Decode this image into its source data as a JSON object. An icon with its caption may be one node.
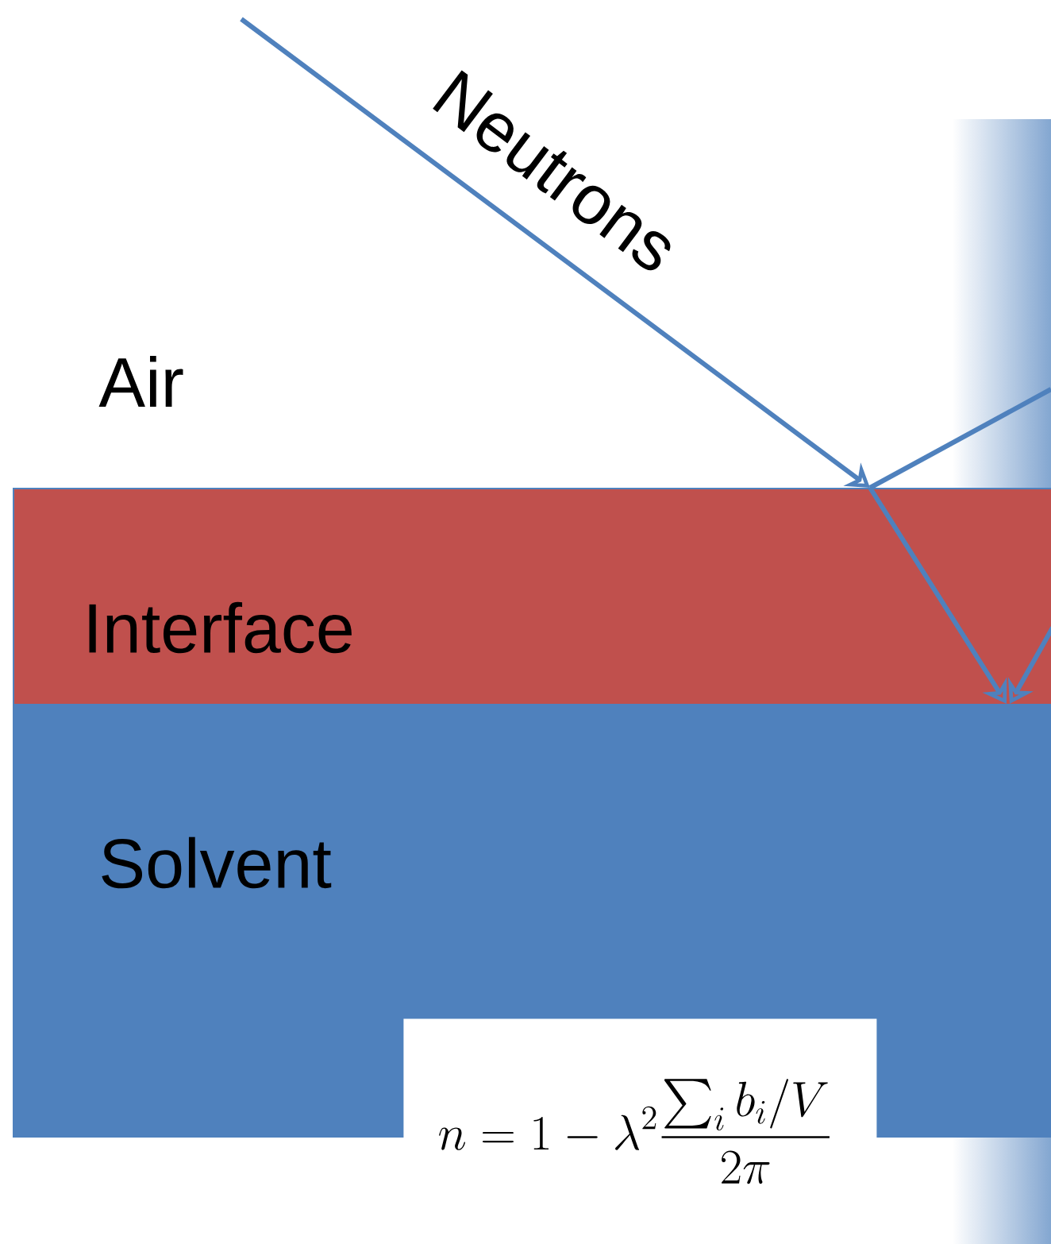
{
  "diagram": {
    "nodes": [
      {
        "text": [
          "Interface"
        ]
      },
      {
        "text": [
          "Solvent"
        ]
      }
    ],
    "edges": [
      {
        "from": null,
        "to": 0,
        "arrow": "to",
        "label": "Neutrons"
      },
      {
        "from": 0,
        "to": null,
        "arrow": "none"
      },
      {
        "from": 0,
        "to": 1,
        "arrow": "to"
      },
      {
        "from": 0,
        "to": 1,
        "arrow": "to"
      }
    ],
    "labels": [
      "Air",
      "n = 1 - \\lambda^2 \\frac{\\sum_i b_i/V}{2\\pi}"
    ]
  }
}
